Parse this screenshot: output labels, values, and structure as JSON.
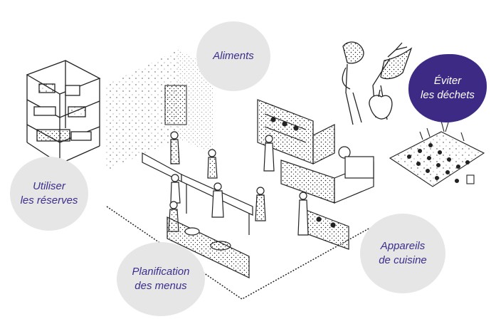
{
  "labels": {
    "aliments": "Aliments",
    "eviter": "Éviter\nles déchets",
    "reserves": "Utiliser\nles réserves",
    "appareils": "Appareils\nde cuisine",
    "planification": "Planification\ndes menus"
  },
  "colors": {
    "bubble_grey": "#e6e6e6",
    "bubble_accent": "#3c2a85",
    "label_text": "#3a2f8a",
    "ink": "#1a1a1a"
  },
  "icons": [
    "kitchen-illustration",
    "shelf-illustration",
    "vegetable-characters-illustration",
    "garden-bed-illustration",
    "chef-figure"
  ]
}
